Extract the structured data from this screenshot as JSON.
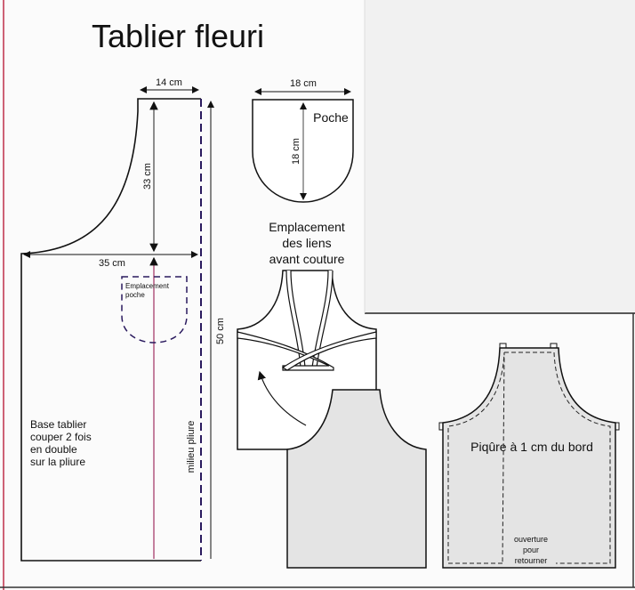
{
  "title": "Tablier fleuri",
  "base_piece": {
    "width_top": "14 cm",
    "height_armhole": "33 cm",
    "width_full": "35 cm",
    "height_total": "50 cm",
    "pocket_placement": [
      "Emplacement",
      "poche"
    ],
    "fold_label": "milieu pliure",
    "instructions": [
      "Base tablier",
      "couper 2 fois",
      "en double",
      "sur la pliure"
    ]
  },
  "pocket": {
    "label": "Poche",
    "width": "18 cm",
    "height": "18 cm"
  },
  "ties_step": {
    "caption": [
      "Emplacement",
      "des liens",
      "avant couture"
    ]
  },
  "finished": {
    "stitch_label": "Piqûre à 1 cm du bord",
    "opening": [
      "ouverture",
      "pour",
      "retourner"
    ]
  },
  "colors": {
    "panel": "#f1f1f1",
    "fabric": "#e4e4e4",
    "line": "#111111",
    "fold_dash": "#2a1a5e",
    "border_red": "#c0304a"
  }
}
